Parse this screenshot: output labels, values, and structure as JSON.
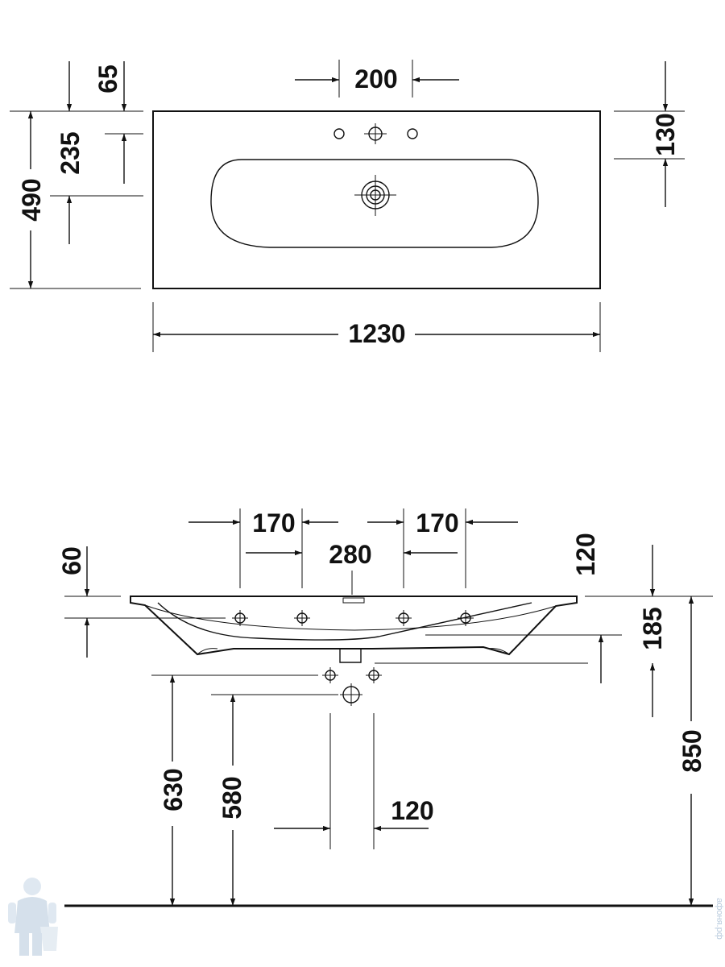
{
  "top_view": {
    "dim_65": "65",
    "dim_200": "200",
    "dim_130": "130",
    "dim_235": "235",
    "dim_490": "490",
    "dim_1230": "1230"
  },
  "side_view": {
    "dim_170_left": "170",
    "dim_170_right": "170",
    "dim_280": "280",
    "dim_60": "60",
    "dim_120_top": "120",
    "dim_185": "185",
    "dim_630": "630",
    "dim_580": "580",
    "dim_850": "850",
    "dim_120_bottom": "120"
  },
  "watermark": {
    "text": "афоня.рф",
    "logo_icon": "plumber-mascot-icon"
  },
  "colors": {
    "line": "#111111",
    "watermark": "#b7c9dc"
  }
}
